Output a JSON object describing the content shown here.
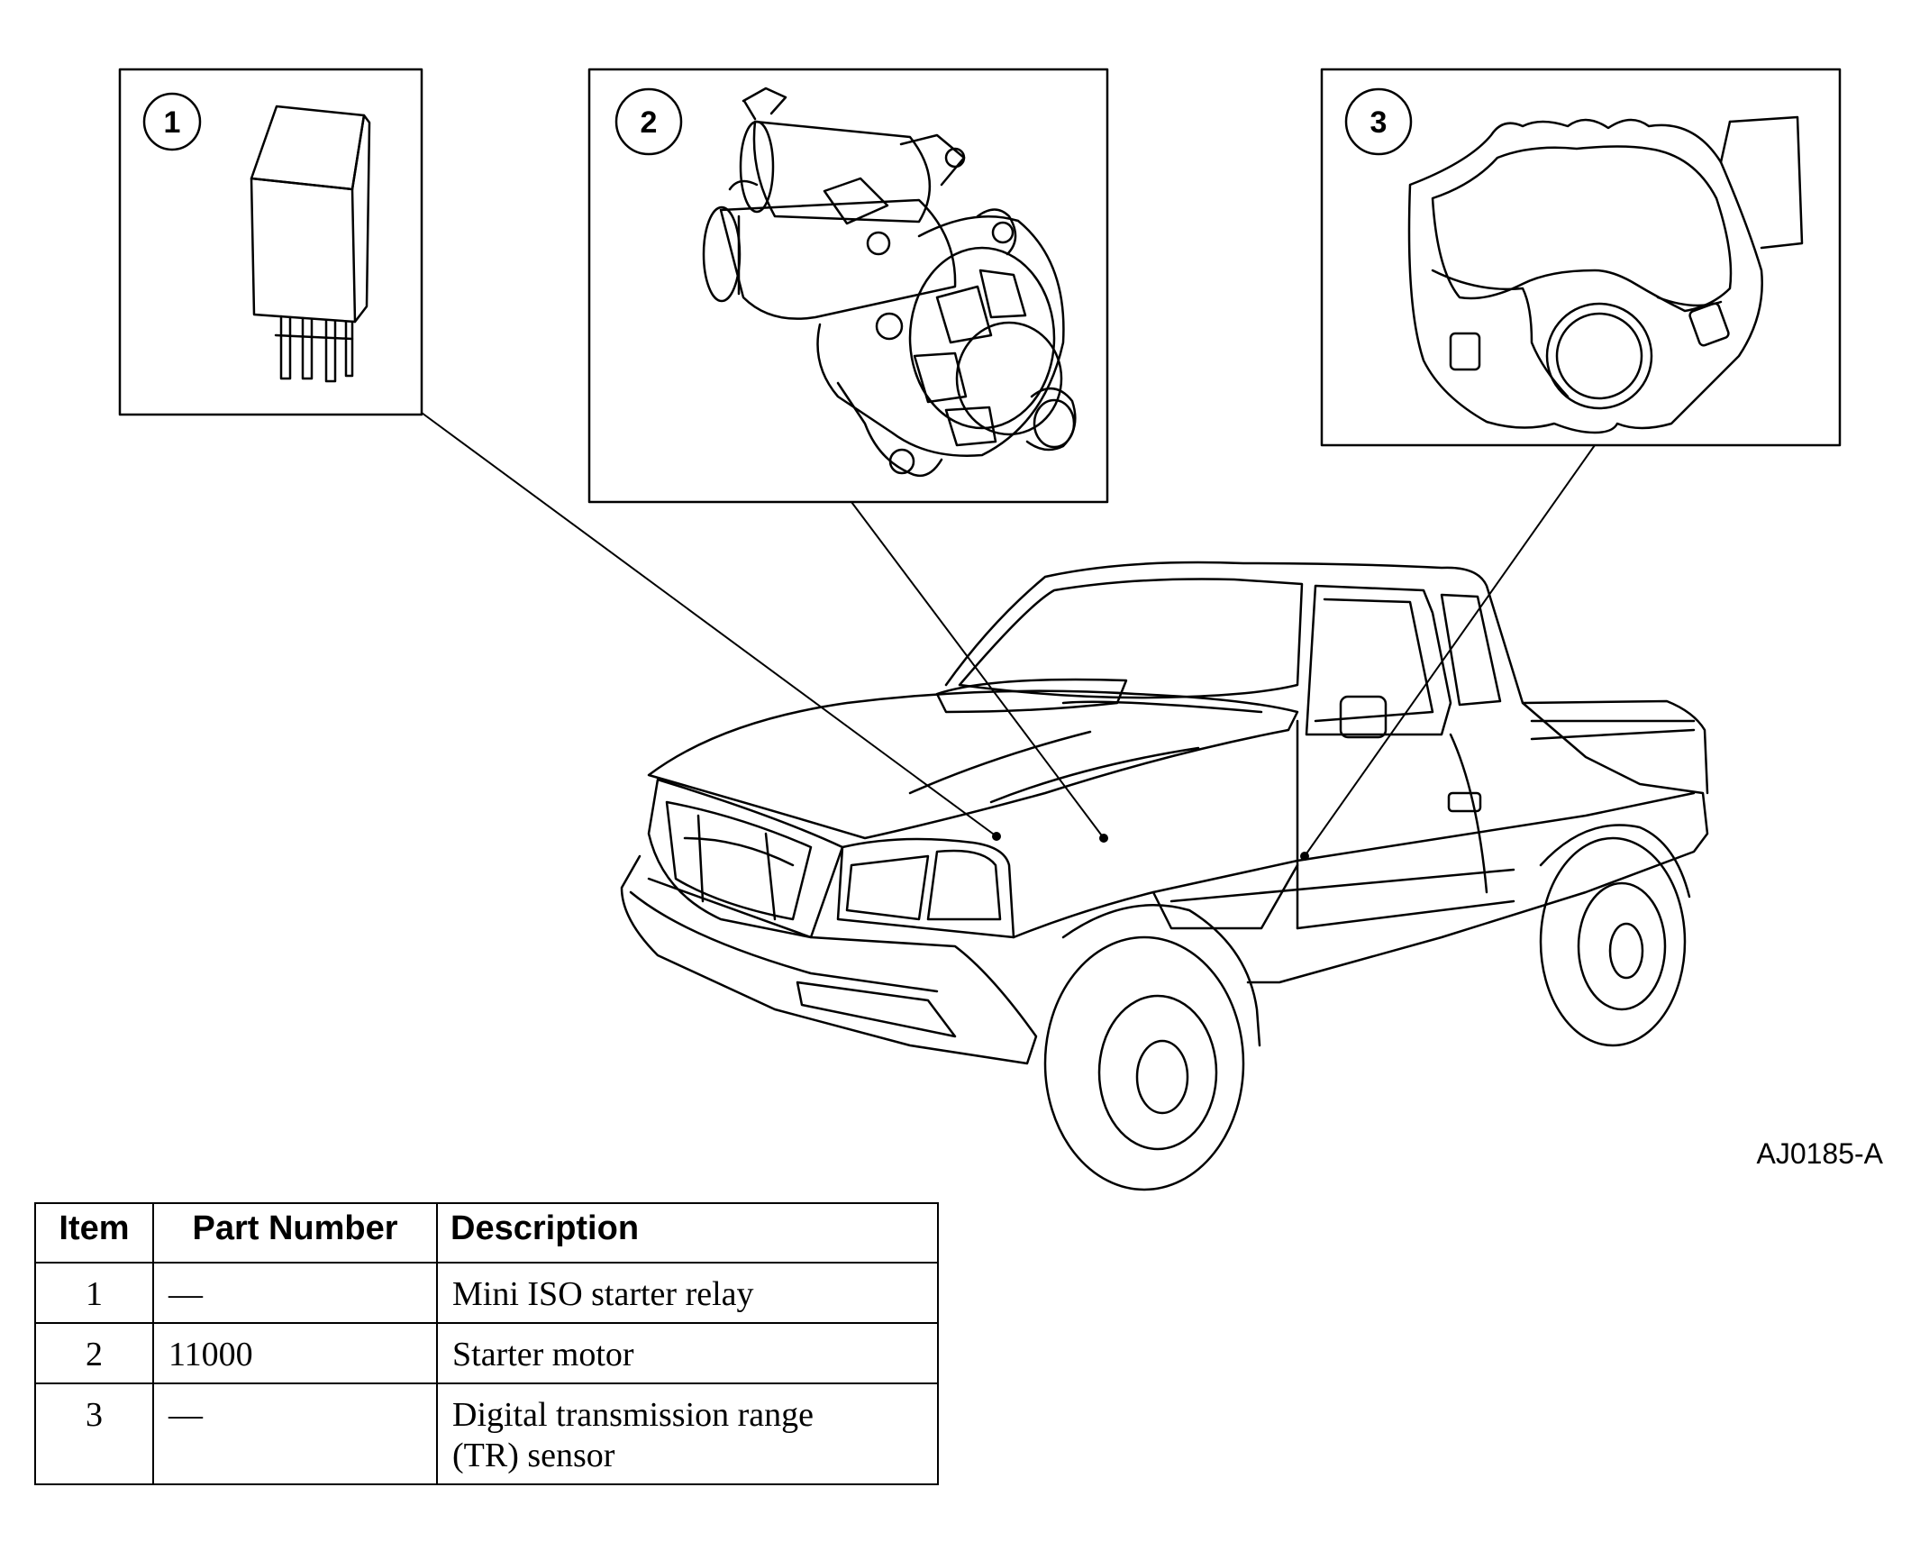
{
  "figure_id": "AJ0185-A",
  "callouts": [
    "1",
    "2",
    "3"
  ],
  "table": {
    "headers": {
      "item": "Item",
      "part_number": "Part Number",
      "description": "Description"
    },
    "rows": [
      {
        "item": "1",
        "part_number": "—",
        "description_lines": [
          "Mini ISO starter relay"
        ]
      },
      {
        "item": "2",
        "part_number": "11000",
        "description_lines": [
          "Starter motor"
        ]
      },
      {
        "item": "3",
        "part_number": "—",
        "description_lines": [
          "Digital transmission range",
          "(TR) sensor"
        ]
      }
    ]
  }
}
